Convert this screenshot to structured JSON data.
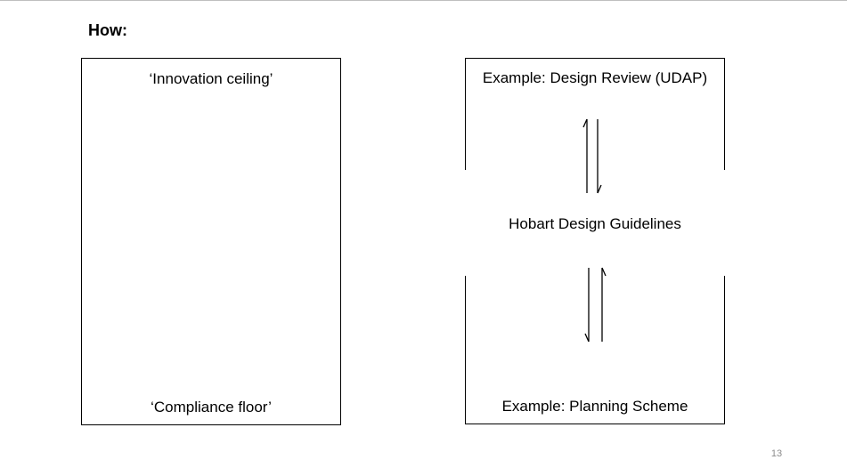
{
  "slide": {
    "title": "How:",
    "page_number": "13"
  },
  "left_box": {
    "top_label": "‘Innovation ceiling’",
    "bottom_label": "‘Compliance floor’"
  },
  "right_diagram": {
    "top_label": "Example: Design Review (UDAP)",
    "middle_label": "Hobart Design Guidelines",
    "bottom_label": "Example: Planning Scheme"
  }
}
